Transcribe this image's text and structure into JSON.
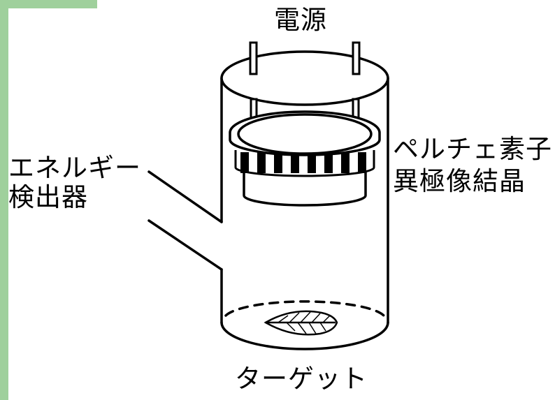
{
  "labels": {
    "power_source": "電源",
    "energy_detector_line1": "エネルギー",
    "energy_detector_line2": "検出器",
    "peltier_line1": "ペルチェ素子",
    "peltier_line2": "異極像結晶",
    "target": "ターゲット"
  },
  "colors": {
    "frame_accent": "#9fd09c",
    "line": "#000000",
    "background": "#ffffff"
  }
}
